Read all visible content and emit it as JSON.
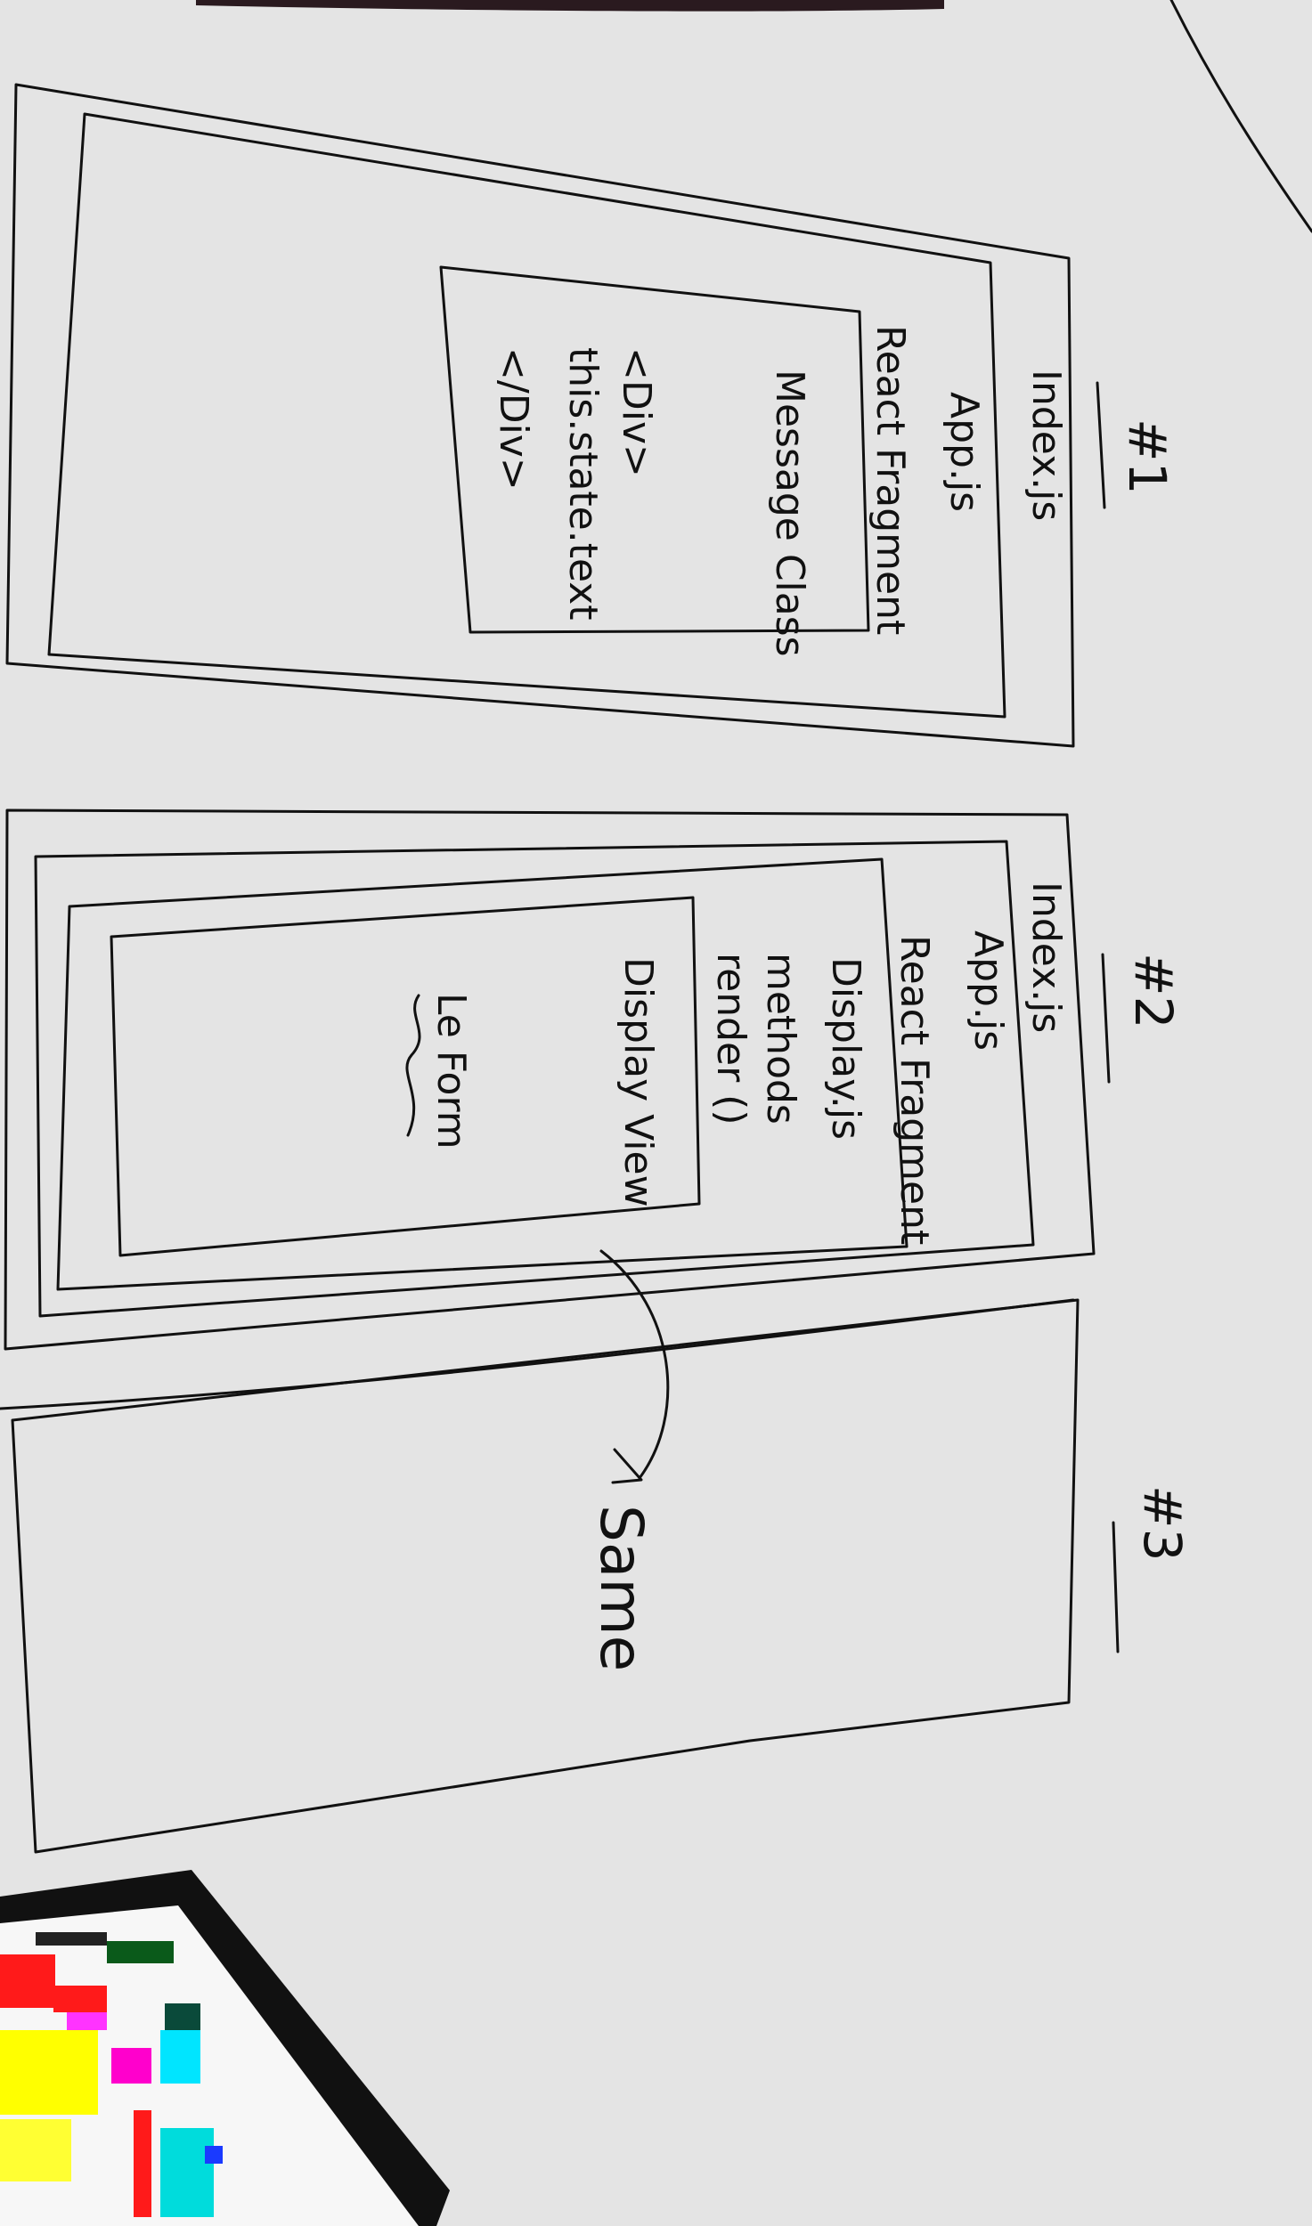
{
  "sketches": [
    {
      "title": "#1",
      "labels": {
        "outer": "Index.js",
        "app": "App.js",
        "fragment": "React Fragment",
        "component": "Message Class",
        "div_open": "<Div>",
        "state_text": "this.state.text",
        "div_close": "</Div>"
      }
    },
    {
      "title": "#2",
      "labels": {
        "outer": "Index.js",
        "app": "App.js",
        "fragment": "React Fragment",
        "display_js": "Display.js",
        "methods": "methods",
        "render": "render ()",
        "display_view": "Display View",
        "form": "Le Form"
      }
    },
    {
      "title": "#3",
      "labels": {
        "same": "Same"
      }
    }
  ],
  "colors": {
    "paper": "#e4e4e4",
    "ink": "#111111"
  }
}
